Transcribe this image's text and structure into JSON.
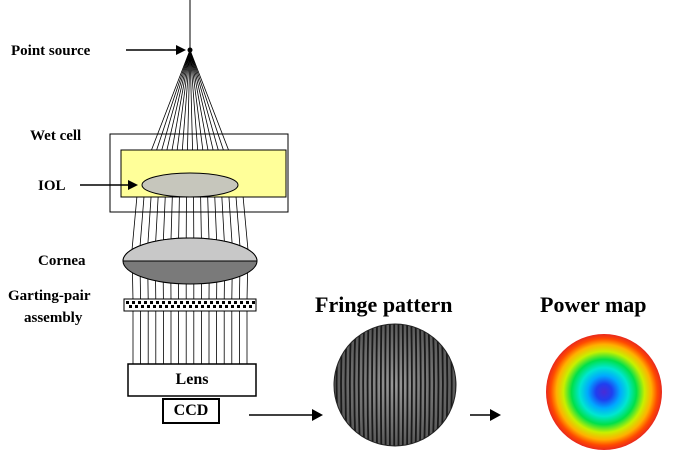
{
  "labels": {
    "point_source": "Point source",
    "wet_cell": "Wet cell",
    "iol": "IOL",
    "cornea": "Cornea",
    "grating_line1": "Garting-pair",
    "grating_line2": "assembly",
    "lens": "Lens",
    "ccd": "CCD",
    "fringe_title": "Fringe pattern",
    "power_title": "Power map"
  },
  "colors": {
    "wet_cell_fill": "#ffff99",
    "iol_fill": "#c0c0c0",
    "cornea_top": "#c8c8c8",
    "cornea_bottom": "#7a7a7a",
    "ray": "#000000"
  },
  "icons": {
    "arrows": "right-arrow"
  }
}
